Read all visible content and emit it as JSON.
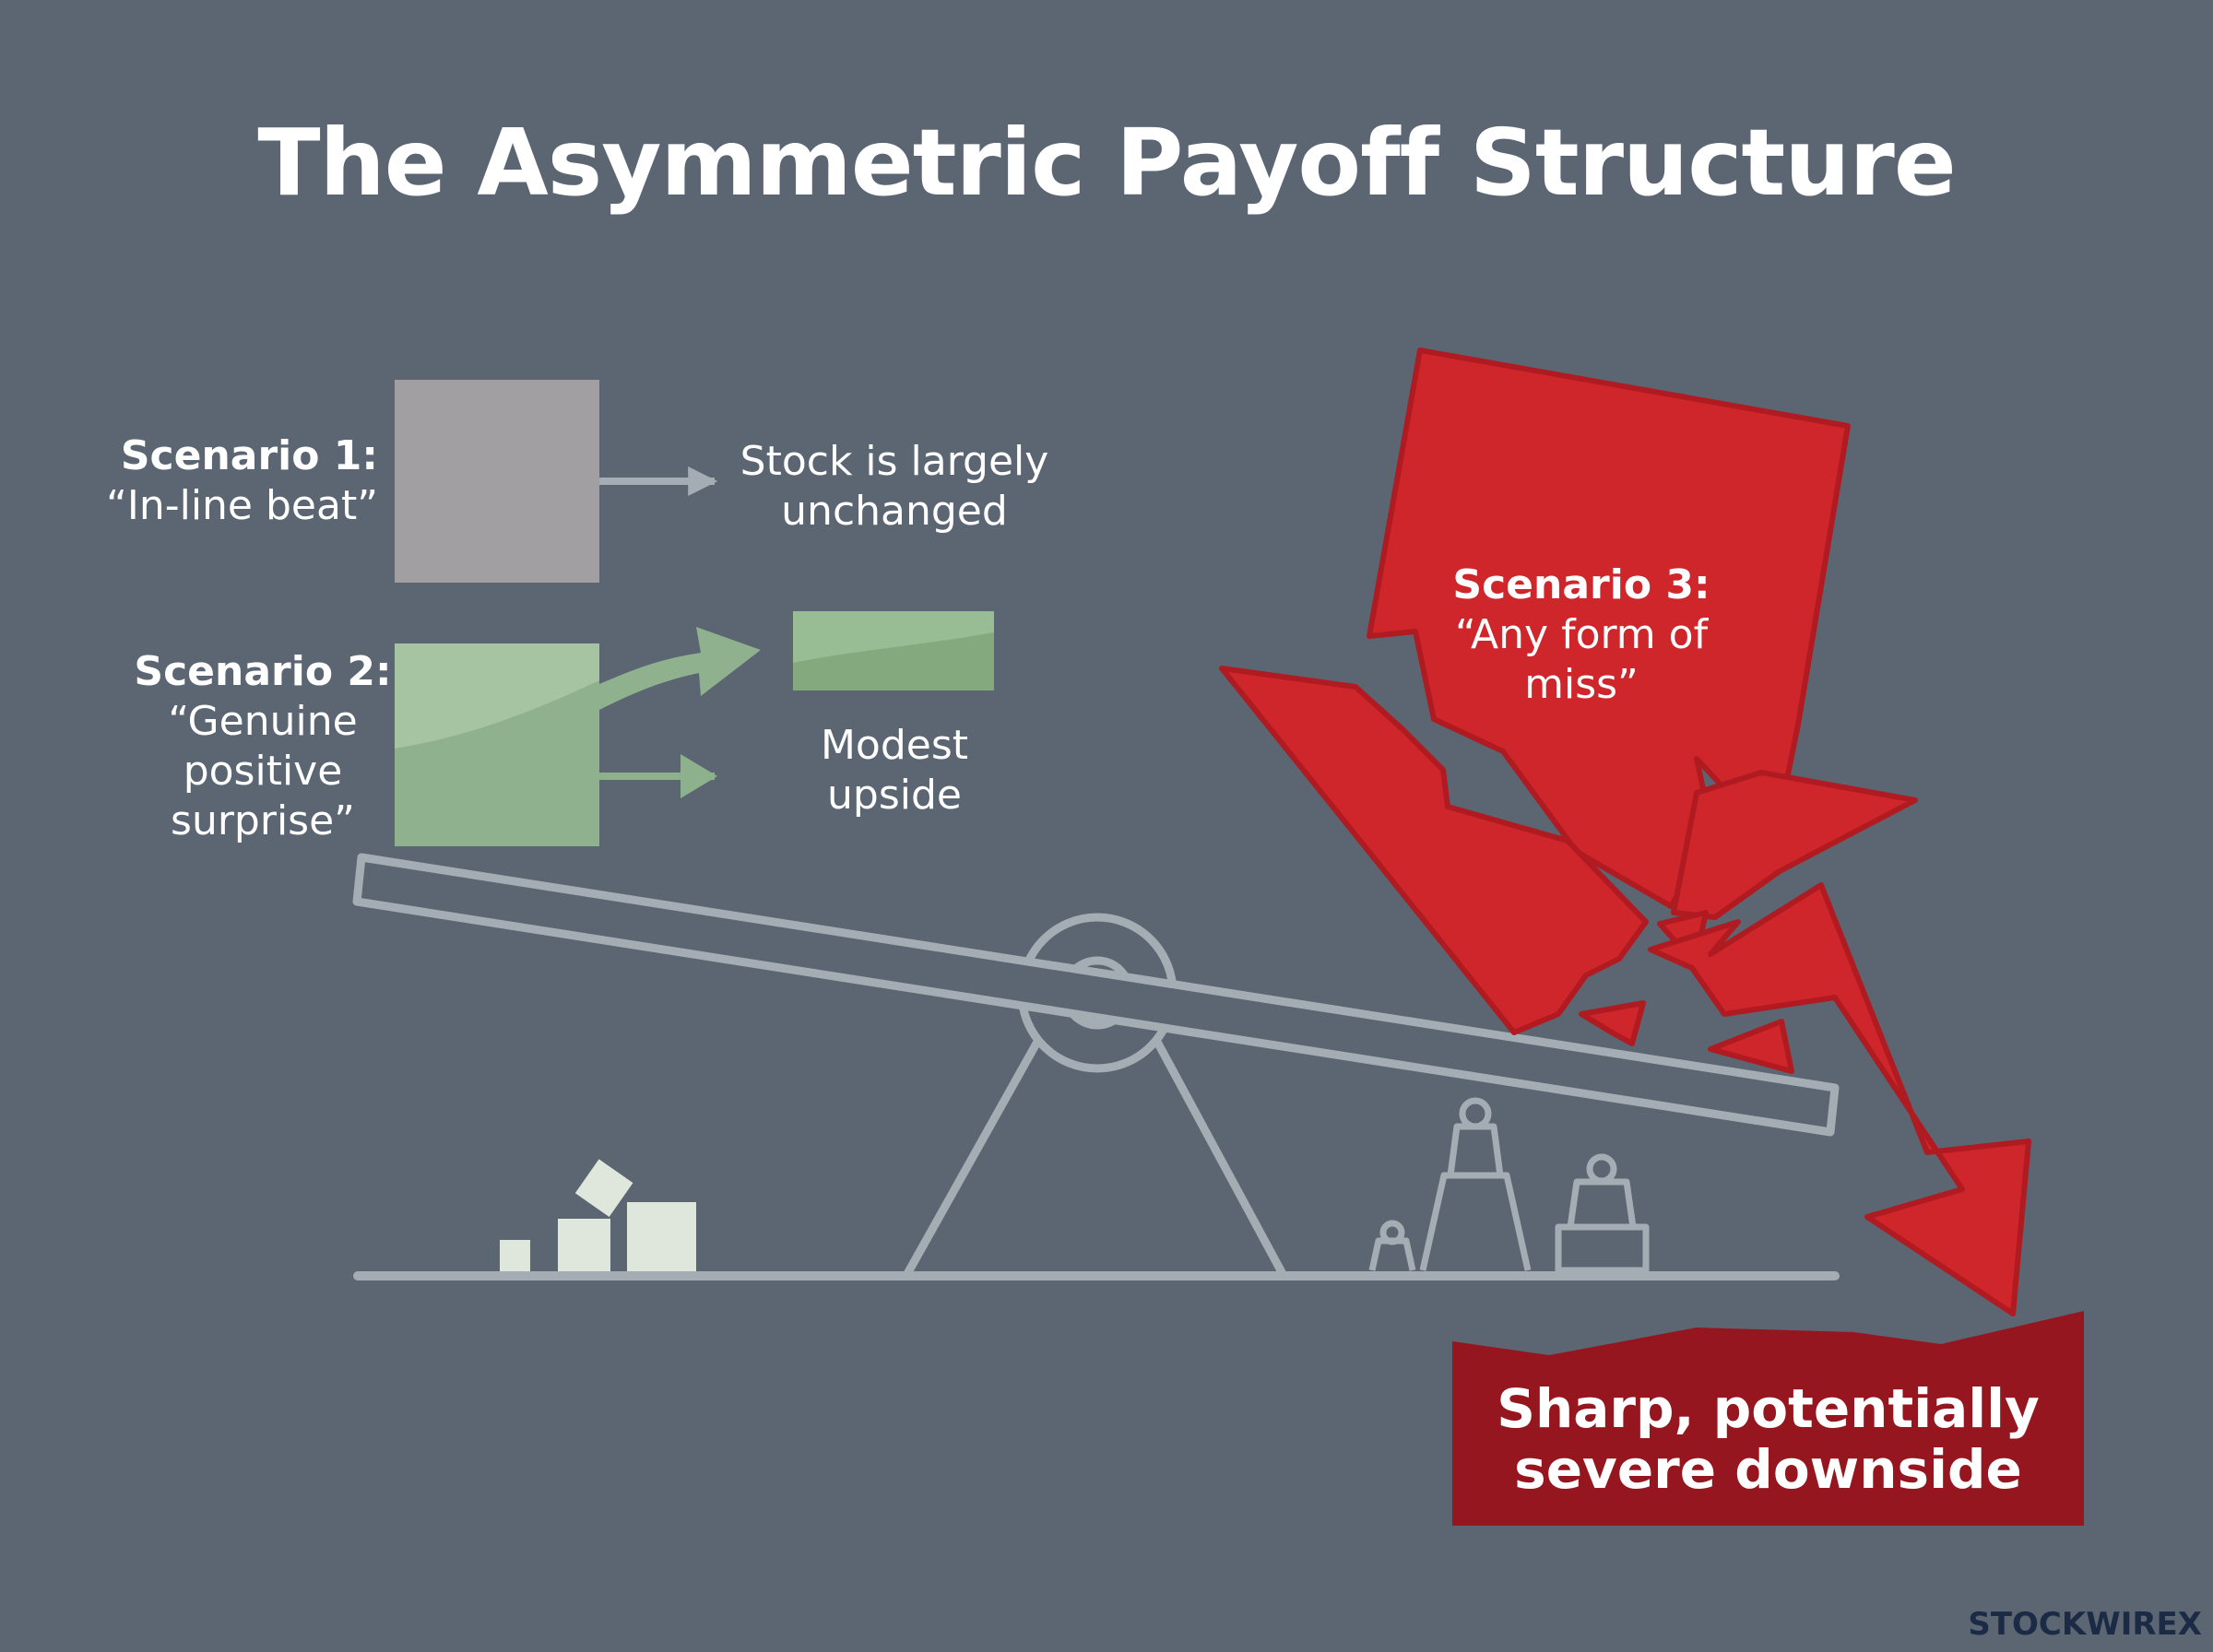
{
  "title": "The Asymmetric Payoff Structure",
  "scenarios": [
    {
      "heading": "Scenario 1:",
      "quote": "“In-line beat”",
      "outcome": "Stock is largely unchanged",
      "color": "#a29fa2"
    },
    {
      "heading": "Scenario 2:",
      "quote": "“Genuine positive surprise”",
      "outcome": "Modest upside",
      "color": "#8db18c"
    },
    {
      "heading": "Scenario 3:",
      "quote": "“Any form of miss”",
      "outcome": "Sharp, potentially severe downside",
      "color": "#d0262b"
    }
  ],
  "colors": {
    "background": "#5b6672",
    "lines": "#a5adb4",
    "red_dark": "#961620",
    "blocks": "#dfe7dc"
  },
  "logo": {
    "text": "STOCKWIRE",
    "mark": "X"
  }
}
